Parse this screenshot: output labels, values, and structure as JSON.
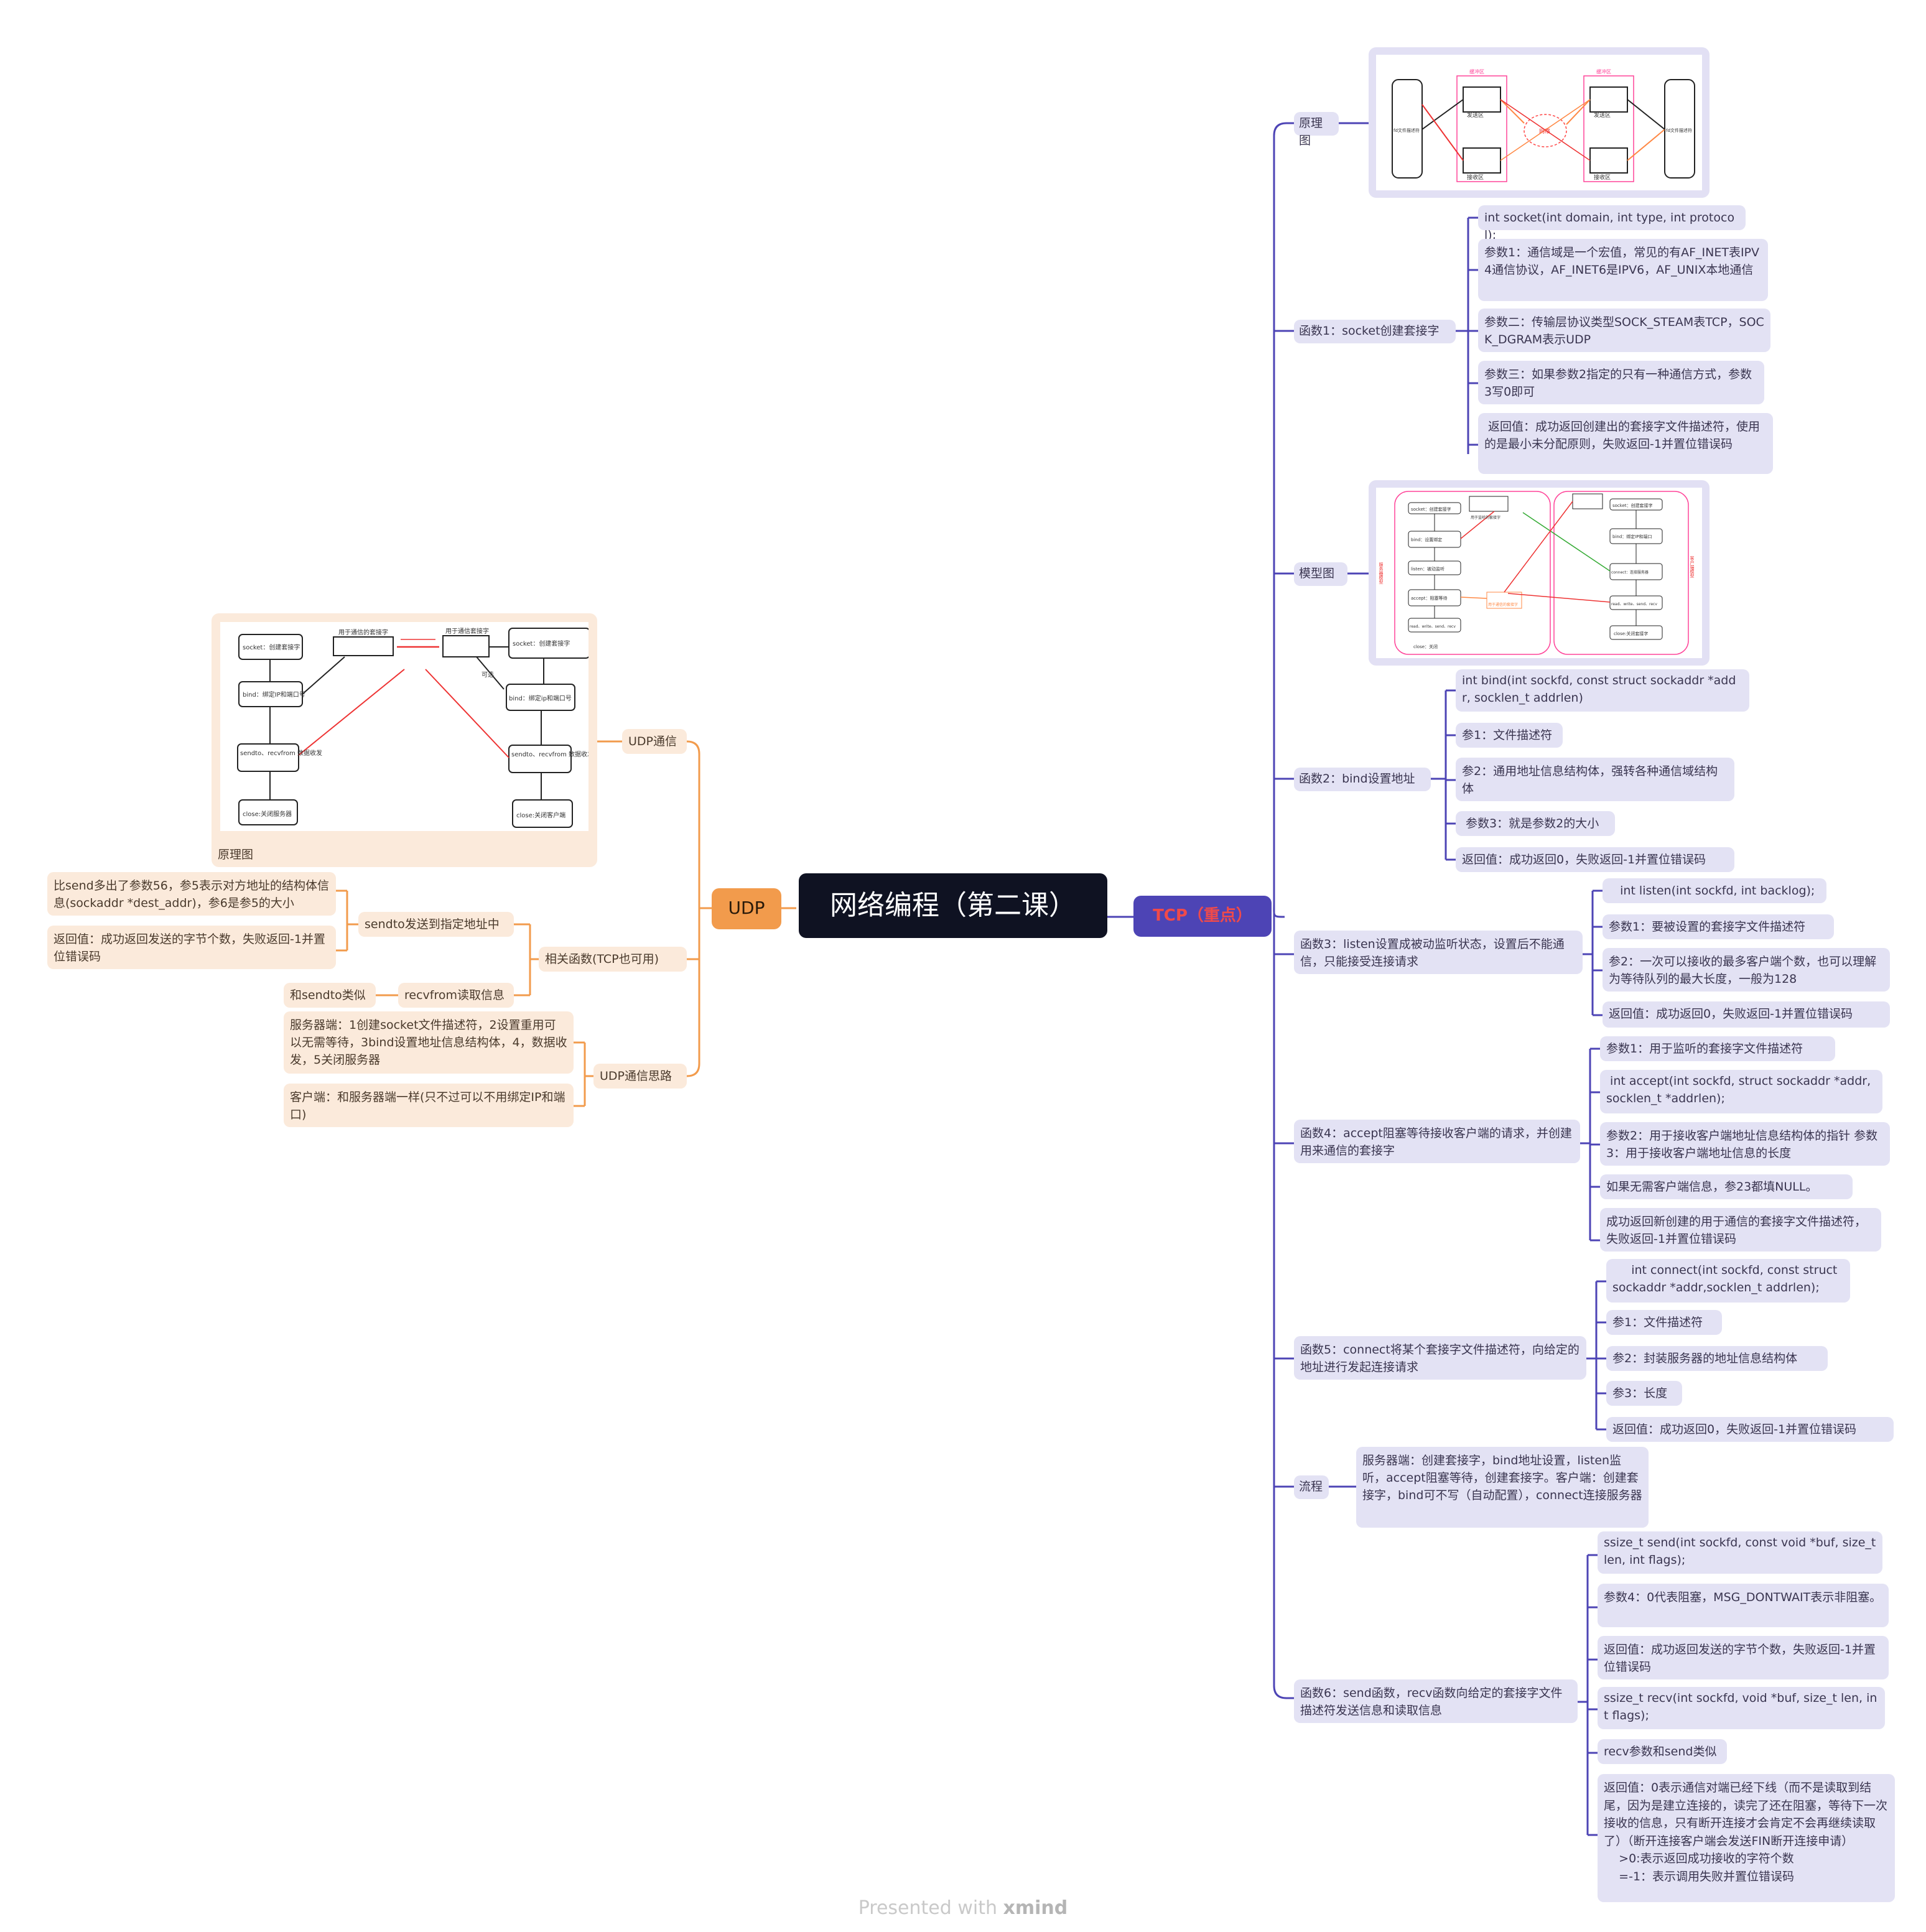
{
  "title": "网络编程（第二课）",
  "footer": {
    "text": "Presented with ",
    "brand": "xmind"
  },
  "colors": {
    "tcp": "#4d44b5",
    "tcp_line": "#4d44b5",
    "udp": "#f29b4c",
    "udp_line": "#f29b4c",
    "root": "#0f1222",
    "tcp_leaf": "#e3e2f4",
    "udp_leaf": "#fbeadb"
  },
  "tcp": {
    "label": "TCP（重点）",
    "principle": {
      "label": "原理图",
      "diagram": {
        "left_top": "发送区",
        "left_bottom": "接收区",
        "right_top": "发送区",
        "right_bottom": "接收区",
        "net": "网络",
        "buf_l": "缓冲区",
        "buf_r": "缓冲区",
        "left_app": "fd文件描述符",
        "right_app": "fd文件描述符"
      }
    },
    "f1": {
      "label": "函数1：socket创建套接字",
      "items": [
        "int socket(int domain, int type, int protocol);",
        "参数1：通信域是一个宏值，常见的有AF_INET表IPV4通信协议，AF_INET6是IPV6，AF_UNIX本地通信",
        "参数二：传输层协议类型SOCK_STEAM表TCP，SOCK_DGRAM表示UDP",
        "参数三：如果参数2指定的只有一种通信方式，参数3写0即可",
        " 返回值：成功返回创建出的套接字文件描述符，使用的是最小未分配原则，失败返回-1并置位错误码"
      ]
    },
    "model": {
      "label": "模型图",
      "diagram": {
        "server_socket": "socket：创建套接字",
        "server_bind": "bind：设置绑定",
        "server_listen": "listen：被动监听",
        "server_accept": "accept：阻塞等待",
        "server_rw": "read、write、send、recv",
        "server_close": "close：关闭",
        "client_socket": "socket：创建套接字",
        "client_bind": "bind：绑定IP和端口",
        "client_connect": "connect：连接服务器",
        "client_rw": "read、write、send、recv",
        "client_close": "close:关闭套接字",
        "server_title": "服务器模型",
        "client_title": "客户端模型",
        "listen_sock": "用于监听的套接字",
        "comm_sock": "用于通信的套接字"
      }
    },
    "f2": {
      "label": "函数2：bind设置地址",
      "items": [
        "int bind(int sockfd, const struct sockaddr *addr, socklen_t addrlen)",
        "参1：文件描述符",
        "参2：通用地址信息结构体，强转各种通信域结构体",
        " 参数3：就是参数2的大小",
        "返回值：成功返回0，失败返回-1并置位错误码"
      ]
    },
    "f3": {
      "label": "函数3：listen设置成被动监听状态，设置后不能通信，只能接受连接请求",
      "items": [
        "   int listen(int sockfd, int backlog);",
        "参数1：要被设置的套接字文件描述符",
        "参2：一次可以接收的最多客户端个数，也可以理解为等待队列的最大长度，一般为128",
        "返回值：成功返回0，失败返回-1并置位错误码"
      ]
    },
    "f4": {
      "label": "函数4：accept阻塞等待接收客户端的请求，并创建用来通信的套接字",
      "items": [
        "参数1：用于监听的套接字文件描述符",
        " int accept(int sockfd, struct sockaddr *addr, socklen_t *addrlen);",
        "参数2：用于接收客户端地址信息结构体的指针 参数3：用于接收客户端地址信息的长度",
        "如果无需客户端信息，参23都填NULL。",
        "成功返回新创建的用于通信的套接字文件描述符，失败返回-1并置位错误码"
      ]
    },
    "f5": {
      "label": "函数5：connect将某个套接字文件描述符，向给定的地址进行发起连接请求",
      "items": [
        "     int connect(int sockfd, const struct sockaddr *addr,socklen_t addrlen);",
        "参1：文件描述符",
        "参2：封装服务器的地址信息结构体",
        "参3：长度",
        "返回值：成功返回0，失败返回-1并置位错误码"
      ]
    },
    "flow": {
      "label": "流程",
      "text": "服务器端：创建套接字，bind地址设置，listen监听，accept阻塞等待，创建套接字。客户端：创建套接字，bind可不写（自动配置），connect连接服务器"
    },
    "f6": {
      "label": "函数6：send函数，recv函数向给定的套接字文件描述符发送信息和读取信息",
      "items": [
        "ssize_t send(int sockfd, const void *buf, size_t len, int flags);",
        "参数4：0代表阻塞，MSG_DONTWAIT表示非阻塞。",
        "返回值：成功返回发送的字节个数，失败返回-1并置位错误码",
        "ssize_t recv(int sockfd, void *buf, size_t len, int flags);",
        "recv参数和send类似",
        "返回值：0表示通信对端已经下线（而不是读取到结尾，因为是建立连接的，读完了还在阻塞，等待下一次接收的信息，只有断开连接才会肯定不会再继续读取了）（断开连接客户端会发送FIN断开连接申请）\n    >0:表示返回成功接收的字符个数\n    =-1：表示调用失败并置位错误码"
      ]
    }
  },
  "udp": {
    "label": "UDP",
    "comm": {
      "label": "UDP通信",
      "image_caption": "原理图",
      "diagram": {
        "s_socket": "socket：创建套接字",
        "s_bind": "bind：绑定IP和端口号",
        "s_io": "sendto、recvfrom\n数据收发",
        "s_close": "close:关闭服务器",
        "c_socket": "socket：创建套接字",
        "c_bind": "bind：绑定ip和端口号",
        "c_io": "sendto、recvfrom\n数据收发",
        "c_close": "close:关闭客户端",
        "sock_l": "用于通信的套接字",
        "sock_r": "用于通信套接字",
        "optional": "可选"
      }
    },
    "funcs": {
      "label": "相关函数(TCP也可用)",
      "sendto": {
        "label": "sendto发送到指定地址中",
        "items": [
          "比send多出了参数56，参5表示对方地址的结构体信息(sockaddr *dest_addr)，参6是参5的大小",
          "返回值：成功返回发送的字节个数，失败返回-1并置位错误码"
        ]
      },
      "recvfrom": {
        "label": "recvfrom读取信息",
        "items": [
          "和sendto类似"
        ]
      }
    },
    "idea": {
      "label": "UDP通信思路",
      "items": [
        "服务器端：1创建socket文件描述符，2设置重用可以无需等待，3bind设置地址信息结构体，4，数据收发，5关闭服务器",
        "客户端：和服务器端一样(只不过可以不用绑定IP和端口)"
      ]
    }
  }
}
